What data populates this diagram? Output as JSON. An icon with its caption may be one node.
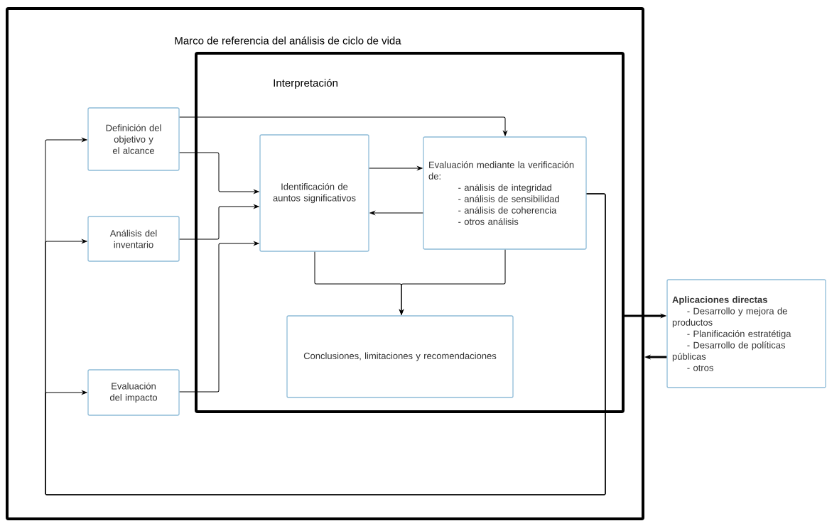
{
  "diagram": {
    "nodes": [
      {
        "text": [
          "Marco de referencia del análisis de ciclo de vida"
        ]
      },
      {
        "text": [
          "Interpretación"
        ],
        "in": 0
      },
      {
        "text": [
          "Definición del objetivo y el alcance"
        ],
        "in": 0
      },
      {
        "text": [
          "Análisis del inventario"
        ],
        "in": 0
      },
      {
        "text": [
          "Evaluación del impacto"
        ],
        "in": 0
      },
      {
        "text": [
          "Identificación de auntos significativos"
        ],
        "in": 1
      },
      {
        "text": [
          "Evaluación mediante la verificación de:",
          "- análisis de integridad",
          "- análisis de sensibilidad",
          "- análisis de coherencia",
          "- otros análisis"
        ],
        "in": 1
      },
      {
        "text": [
          "Conclusiones, limitaciones y recomendaciones"
        ],
        "in": 1
      },
      {
        "text": [
          "Aplicaciones directas",
          "- Desarrollo y mejora de productos",
          "- Planificación estratétiga",
          "- Desarrollo de políticas públicas",
          "- otros"
        ]
      }
    ],
    "edges": [
      {
        "from": 2,
        "to": 6,
        "arrow": "to"
      },
      {
        "from": 2,
        "to": 5,
        "arrow": "to"
      },
      {
        "from": 3,
        "to": 5,
        "arrow": "to"
      },
      {
        "from": 4,
        "to": 5,
        "arrow": "to"
      },
      {
        "from": 5,
        "to": 6,
        "arrow": "to"
      },
      {
        "from": 6,
        "to": 5,
        "arrow": "to"
      },
      {
        "from": 5,
        "to": 7,
        "arrow": "to"
      },
      {
        "from": 6,
        "to": 7,
        "arrow": "to"
      },
      {
        "from": 6,
        "to": 2,
        "arrow": "to"
      },
      {
        "from": 6,
        "to": 3,
        "arrow": "to"
      },
      {
        "from": 6,
        "to": 4,
        "arrow": "to"
      },
      {
        "from": 1,
        "to": 8,
        "arrow": "to",
        "style": "thick"
      },
      {
        "from": 8,
        "to": 0,
        "arrow": "to",
        "style": "thick"
      }
    ]
  }
}
